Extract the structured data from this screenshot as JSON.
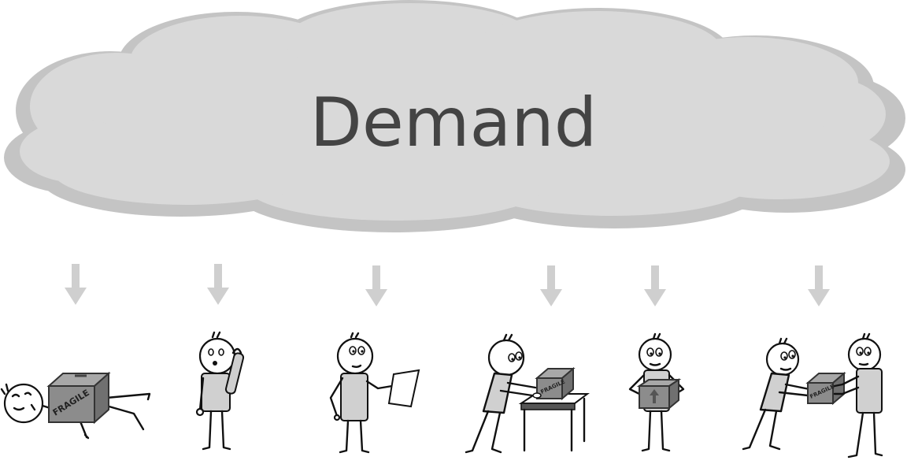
{
  "diagram": {
    "title": "Demand",
    "box_label": "FRAGILE",
    "colors": {
      "cloud_fill": "#d6d6d6",
      "cloud_shadow": "#c2c2c2",
      "title_text": "#444444",
      "arrow": "#cfcfcf",
      "box": "#8c8c8c"
    },
    "scenes": [
      {
        "name": "fallen-person-with-box",
        "icon": "fallen-person-icon"
      },
      {
        "name": "person-on-phone",
        "icon": "phone-call-icon"
      },
      {
        "name": "person-with-document",
        "icon": "document-icon"
      },
      {
        "name": "person-pushing-box-on-table",
        "icon": "table-box-icon"
      },
      {
        "name": "person-holding-box",
        "icon": "hold-box-icon"
      },
      {
        "name": "two-people-passing-box",
        "icon": "handoff-icon"
      }
    ]
  }
}
